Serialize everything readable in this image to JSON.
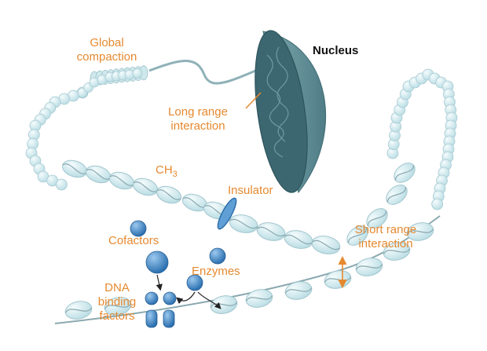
{
  "colors": {
    "label": "#e6892f",
    "bead_fill": "#d6eef2",
    "bead_stroke": "#a9cbd3",
    "nucleus_shell": "#5f8e96",
    "nucleus_face": "#3c6770",
    "protein": "#3f86c8",
    "dna_strand": "#8aa9b0"
  },
  "labels": {
    "nucleus": "Nucleus",
    "global_compaction": [
      "Global",
      "compaction"
    ],
    "long_range": [
      "Long range",
      "interaction"
    ],
    "ch3_base": "CH",
    "ch3_sub": "3",
    "insulator": "Insulator",
    "short_range": [
      "Short range",
      "interaction"
    ],
    "cofactors": "Cofactors",
    "enzymes": "Enzymes",
    "dna_binding": [
      "DNA",
      "binding",
      "factors"
    ]
  },
  "icons": [
    "nucleus-hemisphere",
    "chromatin-fiber",
    "nucleosome",
    "insulator-disc",
    "protein-sphere",
    "arrow"
  ]
}
